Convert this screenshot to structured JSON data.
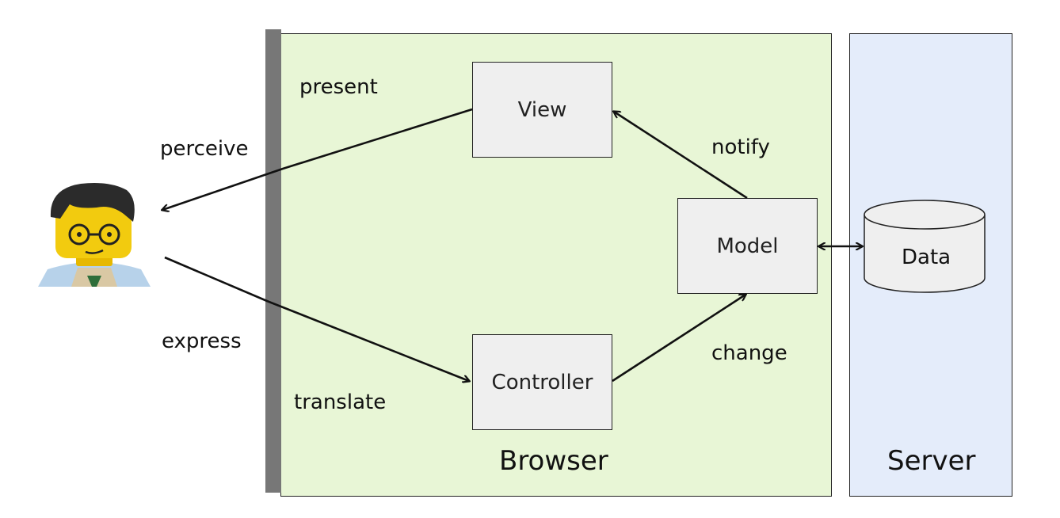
{
  "regions": {
    "browser": {
      "label": "Browser",
      "fill": "#e8f6d6"
    },
    "server": {
      "label": "Server",
      "fill": "#e4ecfa"
    }
  },
  "screen_bar_color": "#777777",
  "components": {
    "view": "View",
    "controller": "Controller",
    "model": "Model",
    "data": "Data"
  },
  "edges": {
    "perceive": "perceive",
    "express": "express",
    "present": "present",
    "translate": "translate",
    "notify": "notify",
    "change": "change"
  },
  "user": {
    "icon": "lego-minifigure-icon"
  }
}
